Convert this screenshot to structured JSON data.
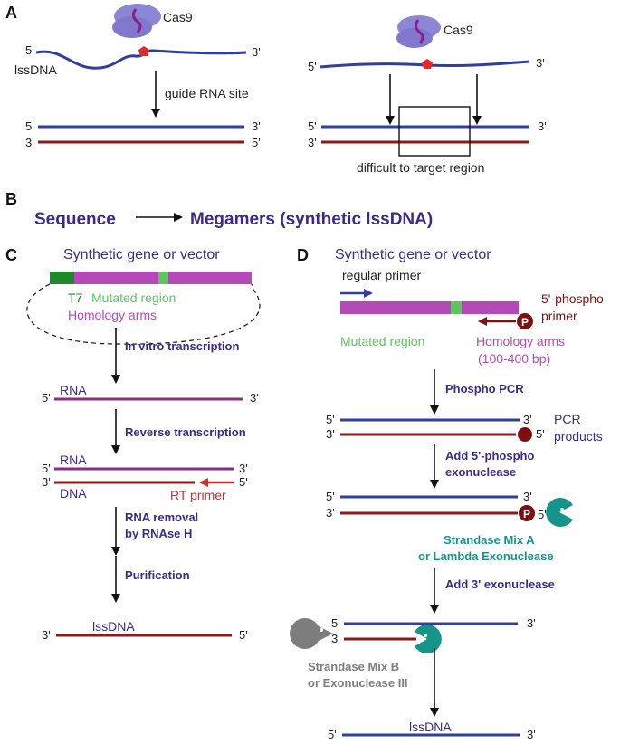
{
  "colors": {
    "blue_strand": "#2f3fa0",
    "red_strand": "#8b1a1a",
    "magenta": "#b44ab8",
    "green": "#5ec45e",
    "dark_green": "#1c8a2a",
    "purple_text": "#3b2a8a",
    "teal": "#17948a",
    "gray": "#7d7d7d",
    "cas9": "#8c86d6",
    "phospho": "#7a1010"
  },
  "panel_a": {
    "letter": "A",
    "left": {
      "protein": "Cas9",
      "five": "5'",
      "three": "3'",
      "ssdna": "lssDNA",
      "arrow_label": "guide RNA site",
      "top_five": "5'",
      "top_three": "3'",
      "bot_three": "3'",
      "bot_five": "5'"
    },
    "right": {
      "protein": "Cas9",
      "five": "5'",
      "three": "3'",
      "top_five": "5'",
      "top_three": "3'",
      "bot_three": "3'",
      "region_label": "difficult to target region"
    }
  },
  "panel_b": {
    "letter": "B",
    "from": "Sequence",
    "to": "Megamers (synthetic lssDNA)"
  },
  "panel_c": {
    "letter": "C",
    "title": "Synthetic gene or vector",
    "t7": "T7",
    "mutated": "Mutated region",
    "homology": "Homology arms",
    "step1": "In vitro transcription",
    "rna_five": "5'",
    "rna_label": "RNA",
    "rna_three": "3'",
    "step2": "Reverse transcription",
    "hyb_rna": "RNA",
    "hyb_dna": "DNA",
    "hyb_five_top": "5'",
    "hyb_three_top": "3'",
    "hyb_three_bot": "3'",
    "hyb_five_bot": "5'",
    "rt_primer": "RT primer",
    "step3_line1": "RNA removal",
    "step3_line2": "by RNAse H",
    "step4": "Purification",
    "final_three": "3'",
    "final_label": "lssDNA",
    "final_five": "5'"
  },
  "panel_d": {
    "letter": "D",
    "title": "Synthetic gene or vector",
    "regular_primer": "regular primer",
    "phospho_primer_line1": "5'-phospho",
    "phospho_primer_line2": "primer",
    "p_symbol": "P",
    "mutated": "Mutated region",
    "homology_line1": "Homology arms",
    "homology_line2": "(100-400 bp)",
    "step1": "Phospho PCR",
    "pcr_five": "5'",
    "pcr_three_top": "3'",
    "pcr_three_bot": "3'",
    "pcr_five_bot": "5'",
    "pcr_products_line1": "PCR",
    "pcr_products_line2": "products",
    "step2_line1": "Add 5'-phospho",
    "step2_line2": "exonuclease",
    "exo_five_top": "5'",
    "exo_three_top": "3'",
    "exo_three_bot": "3'",
    "exo_five_bot": "5'",
    "strandase_a_line1": "Strandase Mix A",
    "strandase_a_line2": "or Lambda Exonuclease",
    "step3": "Add 3' exonuclease",
    "s3_five_top": "5'",
    "s3_three_top": "3'",
    "s3_three_bot": "3'",
    "strandase_b_line1": "Strandase Mix B",
    "strandase_b_line2": "or Exonuclease III",
    "final_five": "5'",
    "final_label": "lssDNA",
    "final_three": "3'"
  }
}
